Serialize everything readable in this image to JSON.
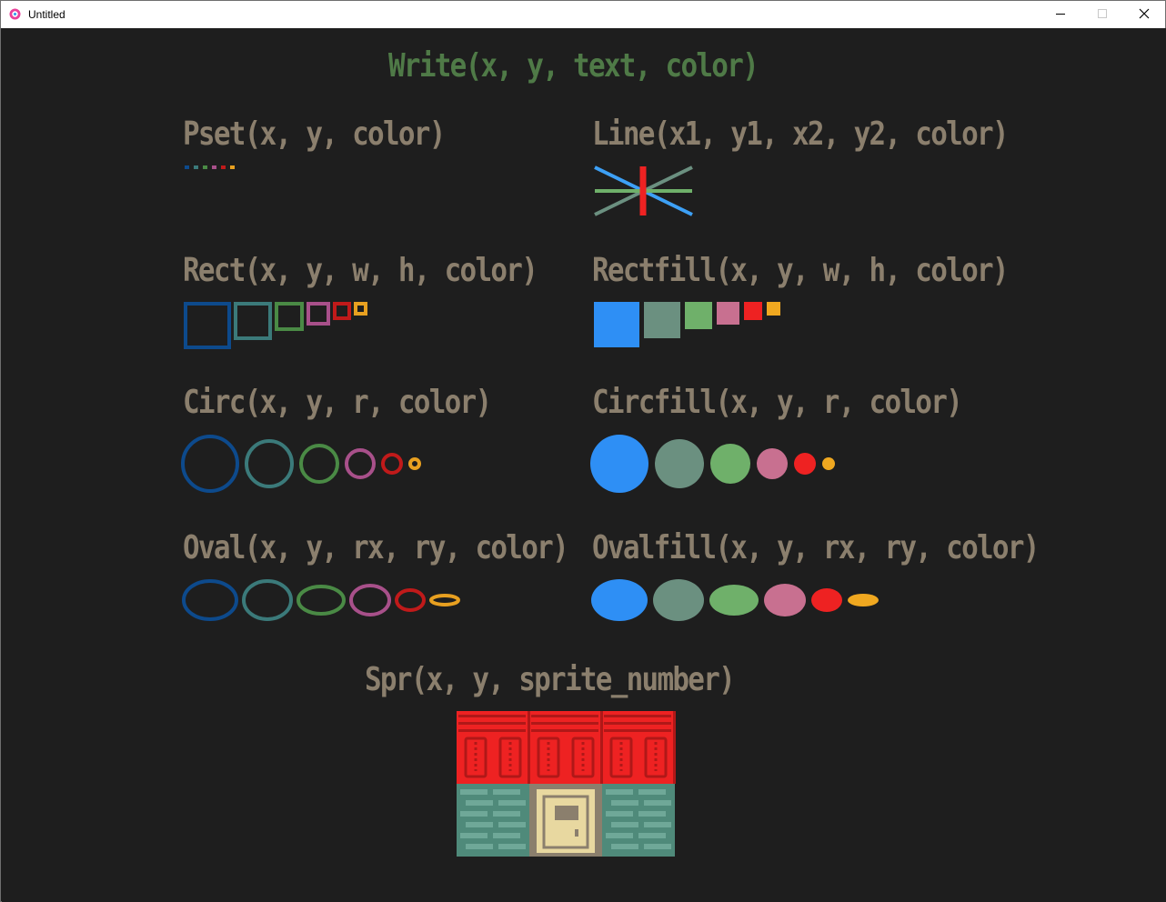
{
  "window": {
    "title": "Untitled"
  },
  "colors": {
    "background": "#1e1e1e",
    "label": "#8b7f6d",
    "write_label": "#4f7a47",
    "palette": [
      "#0d4a8c",
      "#3b7a7a",
      "#4a8a45",
      "#a8508a",
      "#c01a1a",
      "#e8a020"
    ],
    "fill_palette": [
      "#2e8ff5",
      "#6b9080",
      "#6fb06a",
      "#c87090",
      "#ee2222",
      "#f0a820"
    ],
    "line_palette": [
      "#3da0f5",
      "#6b9080",
      "#6fb06a",
      "#ee2222"
    ]
  },
  "labels": {
    "write": "Write(x, y, text, color)",
    "pset": "Pset(x, y, color)",
    "line": "Line(x1, y1, x2, y2, color)",
    "rect": "Rect(x, y, w, h, color)",
    "rectfill": "Rectfill(x, y, w, h, color)",
    "circ": "Circ(x, y, r, color)",
    "circfill": "Circfill(x, y, r, color)",
    "oval": "Oval(x, y, rx, ry, color)",
    "ovalfill": "Ovalfill(x, y, rx, ry, color)",
    "spr": "Spr(x, y, sprite_number)"
  },
  "sprite": {
    "roof_color": "#ee2222",
    "roof_dark": "#b01818",
    "wall_color": "#4f8a7a",
    "wall_light": "#6fa898",
    "door_color": "#e8d8a0",
    "frame_color": "#8b7f6d"
  }
}
